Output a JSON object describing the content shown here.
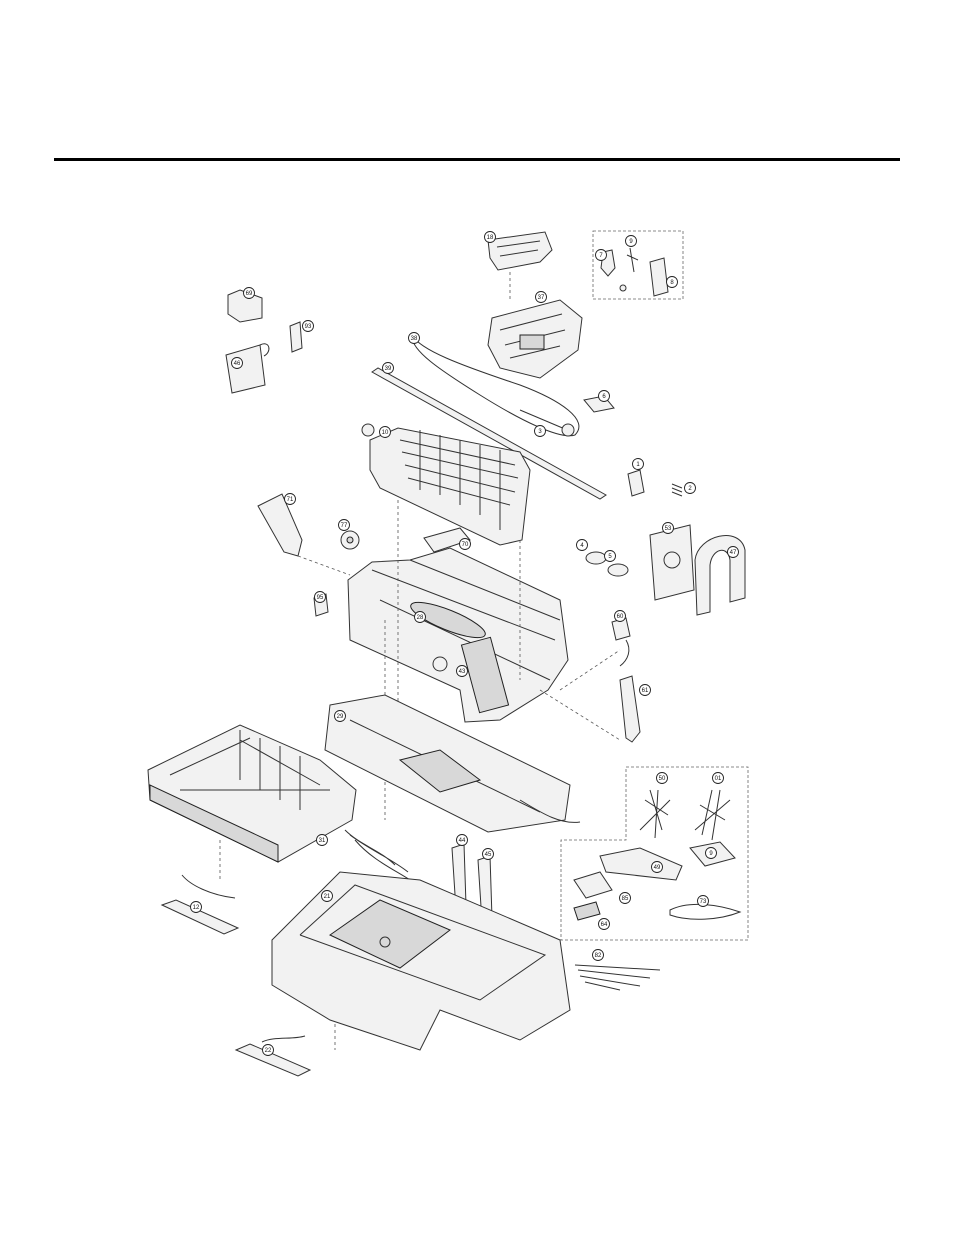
{
  "diagram": {
    "callouts": [
      {
        "id": "c18",
        "label": "18"
      },
      {
        "id": "c7",
        "label": "7"
      },
      {
        "id": "c9",
        "label": "9"
      },
      {
        "id": "c8",
        "label": "8"
      },
      {
        "id": "c37",
        "label": "37"
      },
      {
        "id": "c69",
        "label": "69"
      },
      {
        "id": "c93",
        "label": "93"
      },
      {
        "id": "c46",
        "label": "46"
      },
      {
        "id": "c38",
        "label": "38"
      },
      {
        "id": "c39",
        "label": "39"
      },
      {
        "id": "c6",
        "label": "6"
      },
      {
        "id": "c3",
        "label": "3"
      },
      {
        "id": "c10",
        "label": "10"
      },
      {
        "id": "c1",
        "label": "1"
      },
      {
        "id": "c2",
        "label": "2"
      },
      {
        "id": "c71",
        "label": "71"
      },
      {
        "id": "c77",
        "label": "77"
      },
      {
        "id": "c70",
        "label": "70"
      },
      {
        "id": "c4",
        "label": "4"
      },
      {
        "id": "c5",
        "label": "5"
      },
      {
        "id": "c53",
        "label": "53"
      },
      {
        "id": "c47",
        "label": "47"
      },
      {
        "id": "c28",
        "label": "28"
      },
      {
        "id": "c95",
        "label": "95"
      },
      {
        "id": "c43",
        "label": "43"
      },
      {
        "id": "c60",
        "label": "60"
      },
      {
        "id": "c61",
        "label": "61"
      },
      {
        "id": "c29",
        "label": "29"
      },
      {
        "id": "c50",
        "label": "50"
      },
      {
        "id": "c01",
        "label": "01"
      },
      {
        "id": "c31",
        "label": "31"
      },
      {
        "id": "c44",
        "label": "44"
      },
      {
        "id": "c45",
        "label": "45"
      },
      {
        "id": "c49",
        "label": "49"
      },
      {
        "id": "c9b",
        "label": "9"
      },
      {
        "id": "c21",
        "label": "21"
      },
      {
        "id": "c85",
        "label": "85"
      },
      {
        "id": "c64",
        "label": "64"
      },
      {
        "id": "c73",
        "label": "73"
      },
      {
        "id": "c12",
        "label": "12"
      },
      {
        "id": "c82",
        "label": "82"
      },
      {
        "id": "c22",
        "label": "22"
      }
    ]
  }
}
